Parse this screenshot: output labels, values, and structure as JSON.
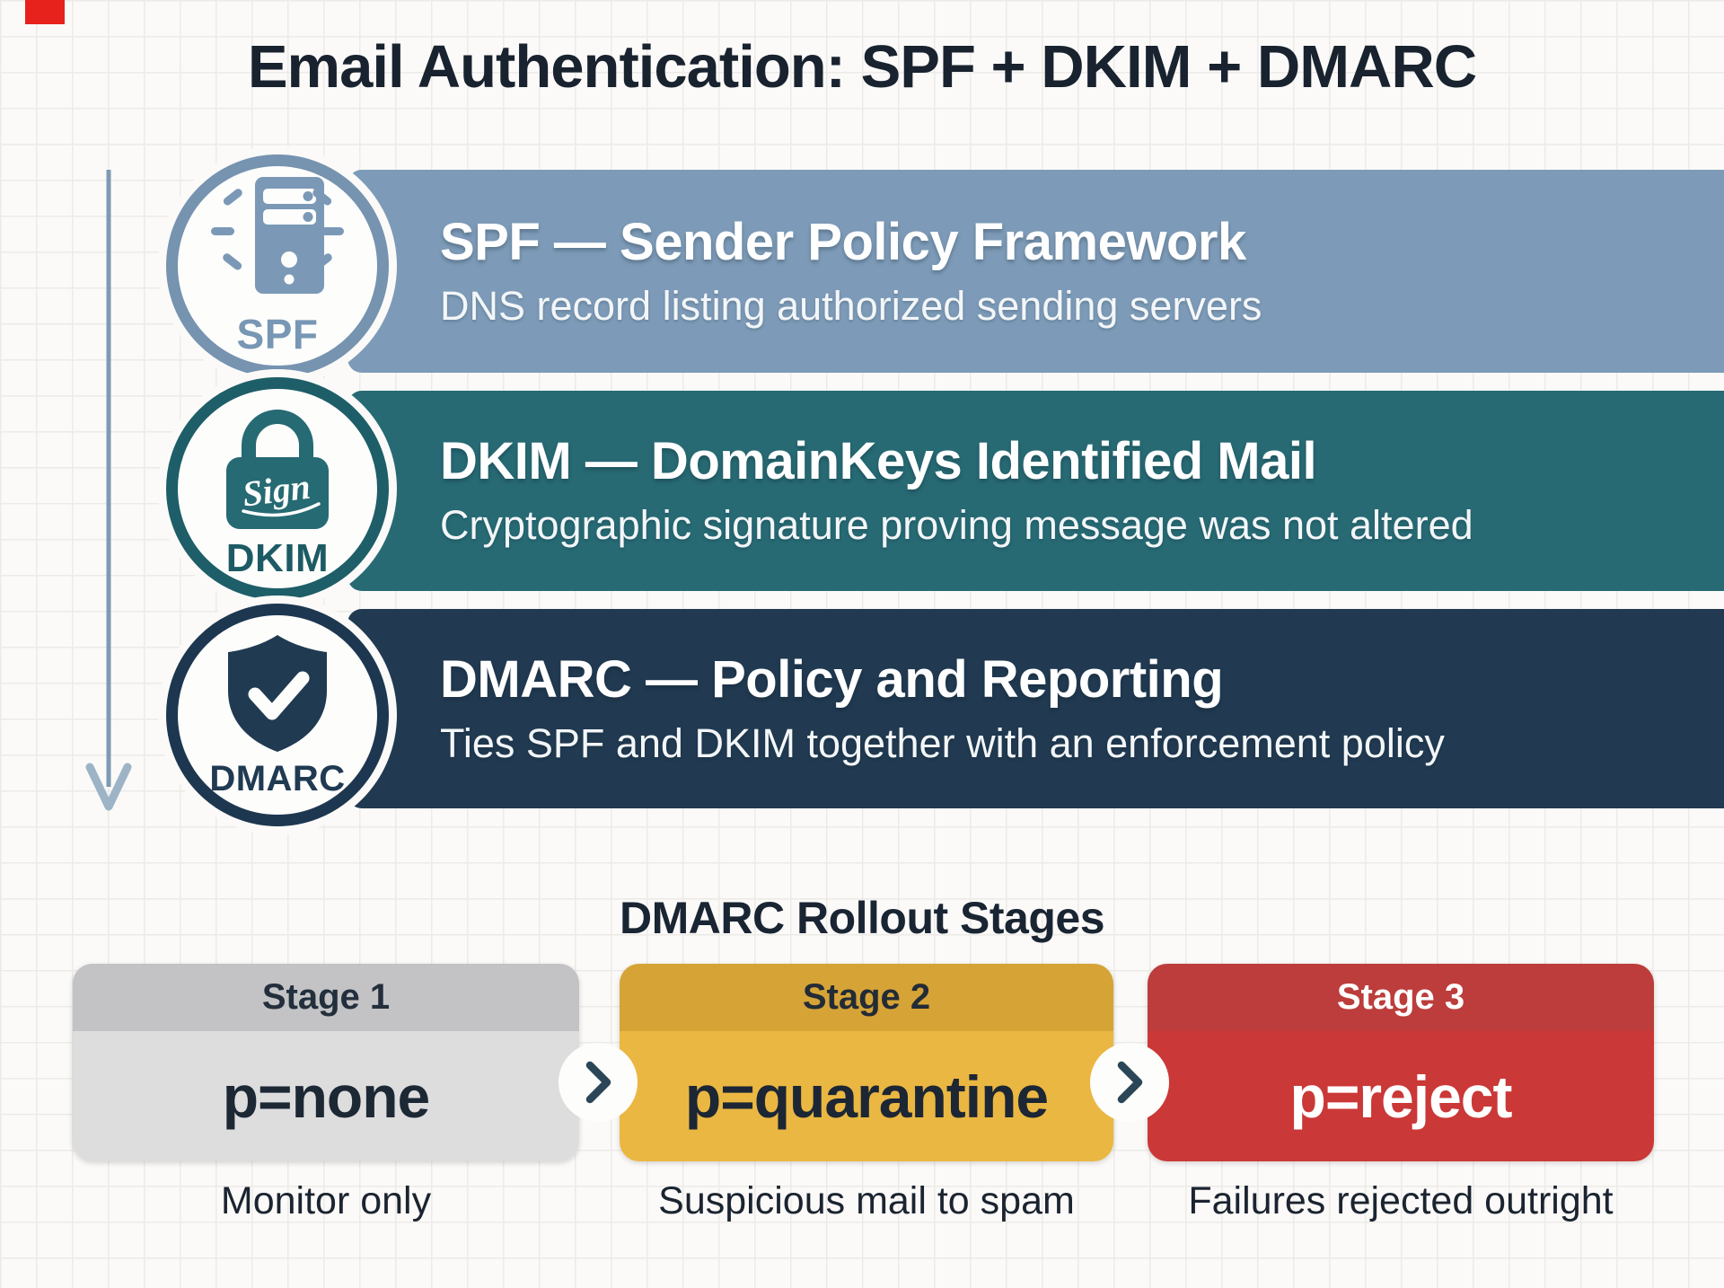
{
  "page_title": "Email Authentication: SPF + DKIM + DMARC",
  "rows": [
    {
      "id": "spf",
      "badge_label": "SPF",
      "icon": "server-icon",
      "heading": "SPF — Sender Policy Framework",
      "subtitle": "DNS record listing authorized sending servers",
      "bar_color": "#7d9bb8",
      "ring_color": "#7693b0"
    },
    {
      "id": "dkim",
      "badge_label": "DKIM",
      "icon": "padlock-sign-icon",
      "icon_text": "Sign",
      "heading": "DKIM — DomainKeys Identified Mail",
      "subtitle": "Cryptographic signature proving message was not altered",
      "bar_color": "#276a74",
      "ring_color": "#1e5e68"
    },
    {
      "id": "dmarc",
      "badge_label": "DMARC",
      "icon": "shield-check-icon",
      "heading": "DMARC — Policy and Reporting",
      "subtitle": "Ties SPF and DKIM together with an enforcement policy",
      "bar_color": "#213a51",
      "ring_color": "#1d3750"
    }
  ],
  "rollout": {
    "title": "DMARC Rollout Stages",
    "stages": [
      {
        "stage_label": "Stage 1",
        "policy": "p=none",
        "caption": "Monitor only",
        "header_color": "#c3c3c5",
        "body_color": "#dddddd",
        "text_color": "#1d2835"
      },
      {
        "stage_label": "Stage 2",
        "policy": "p=quarantine",
        "caption": "Suspicious mail to spam",
        "header_color": "#d6a436",
        "body_color": "#eab742",
        "text_color": "#1c2634"
      },
      {
        "stage_label": "Stage 3",
        "policy": "p=reject",
        "caption": "Failures rejected outright",
        "header_color": "#bc3d3b",
        "body_color": "#ca3837",
        "text_color": "#ffffff"
      }
    ]
  },
  "colors": {
    "background": "#fbfaf8",
    "grid_line": "#ecebe7",
    "title_text": "#19232f",
    "red_badge": "#e7221c",
    "flow_arrow_line": "#7e9ab3",
    "flow_arrow_head": "#9db4c6",
    "connector_chevron": "#2b4757"
  }
}
